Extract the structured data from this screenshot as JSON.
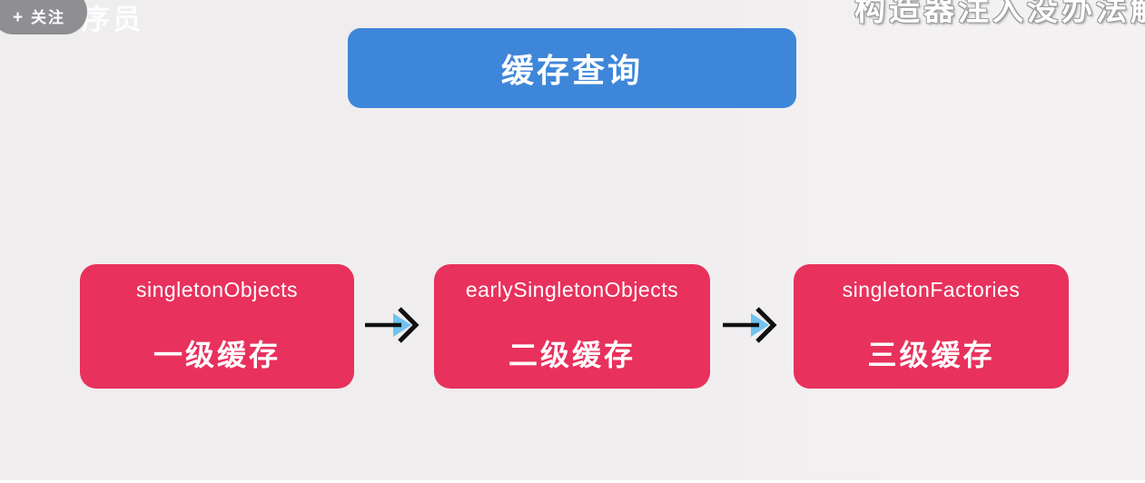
{
  "page": {
    "bg_left": "#efedee",
    "bg_right": "#f3f1f2"
  },
  "overlay": {
    "watermark_left": {
      "text": "程序员"
    },
    "follow_button": {
      "plus": "+",
      "label": "关注",
      "bg": "#8f8e93"
    },
    "watermark_right": {
      "text": "构造器注入没办法解"
    }
  },
  "diagram": {
    "title": {
      "label": "缓存查询",
      "bg": "#3e86d9",
      "text_color": "#ffffff"
    },
    "flow": {
      "nodes": [
        {
          "code": "singletonObjects",
          "label": "一级缓存"
        },
        {
          "code": "earlySingletonObjects",
          "label": "二级缓存"
        },
        {
          "code": "singletonFactories",
          "label": "三级缓存"
        }
      ],
      "node_bg": "#e8315c",
      "node_text_color": "#ffffff",
      "arrow_color": "#111111",
      "arrow_accent": "#6fc3ee"
    }
  }
}
